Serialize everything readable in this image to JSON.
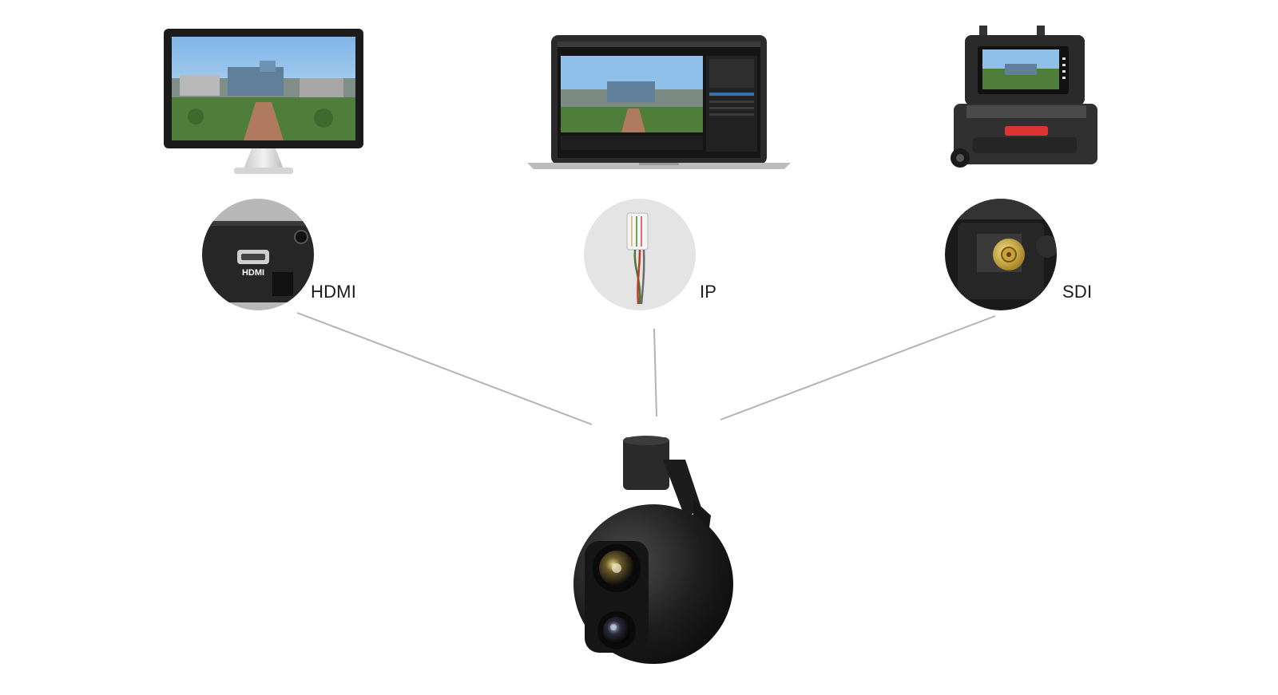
{
  "connections": {
    "hdmi": {
      "label": "HDMI",
      "device": "Desktop monitor",
      "port_text": "HDMI"
    },
    "ip": {
      "label": "IP",
      "device": "Laptop"
    },
    "sdi": {
      "label": "SDI",
      "device": "Portable ground station case"
    }
  },
  "colors": {
    "connector_line": "#b3b3b3",
    "device_dark": "#1b1b1b",
    "sky": "#9cc7ea",
    "grass": "#4f7d3a"
  },
  "icons": {
    "monitor": "desktop-monitor-icon",
    "laptop": "laptop-icon",
    "ground_station": "ground-station-case-icon",
    "hdmi_port": "hdmi-port-icon",
    "rj45": "rj45-plug-icon",
    "sma": "sma-connector-icon",
    "gimbal": "gimbal-camera-icon"
  }
}
